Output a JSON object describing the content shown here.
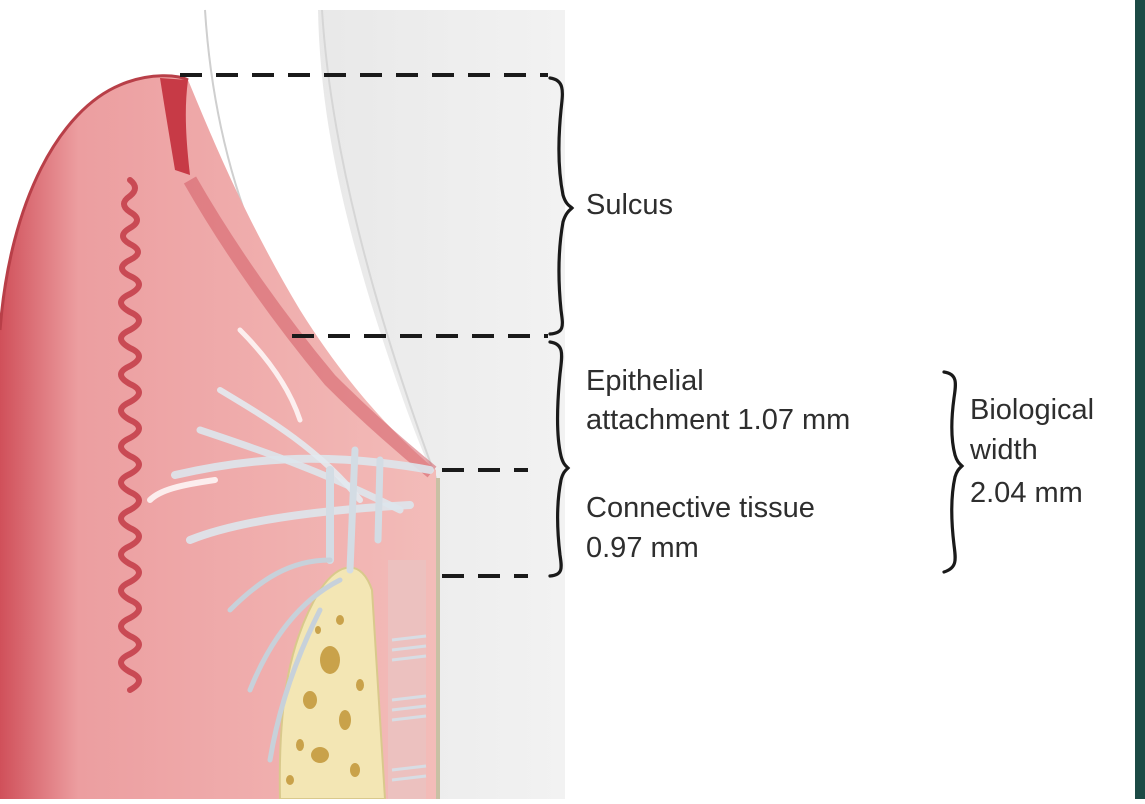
{
  "labels": {
    "sulcus": "Sulcus",
    "epithelial_line1": "Epithelial",
    "epithelial_line2": "attachment 1.07 mm",
    "connective_line1": "Connective tissue",
    "connective_line2": "0.97 mm",
    "biological_line1": "Biological",
    "biological_line2": "width",
    "biological_line3": "2.04 mm"
  },
  "colors": {
    "gingiva": "#e9aaa8",
    "gingiva_dark": "#c9444e",
    "tooth_enamel": "#eeeeee",
    "bone": "#f3e6b4",
    "fibers": "#c7d3dc",
    "accent_bar": "#1c4a45"
  }
}
